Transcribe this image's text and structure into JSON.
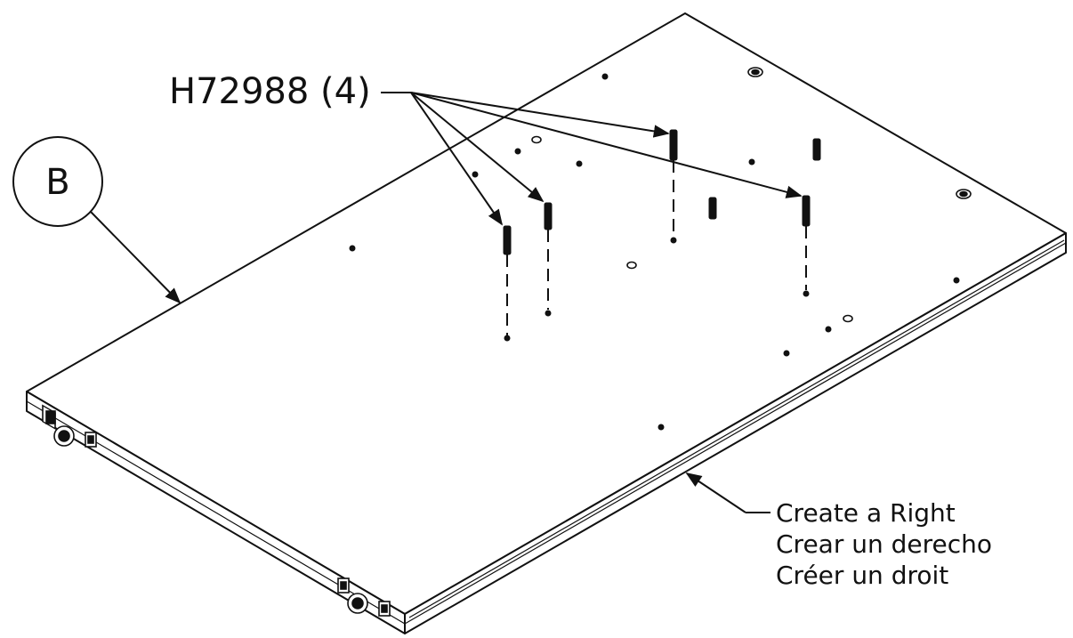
{
  "part_callout": {
    "label": "H72988 (4)"
  },
  "view_label": {
    "letter": "B"
  },
  "side_note": {
    "lines": [
      "Create a Right",
      "Crear un derecho",
      "Créer un droit"
    ]
  },
  "colors": {
    "line": "#111111",
    "background": "#ffffff"
  }
}
